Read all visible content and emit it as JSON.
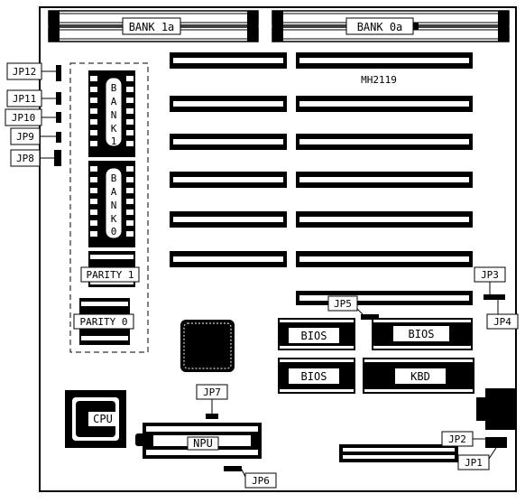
{
  "board": {
    "model": "MH2119",
    "colors": {
      "ink": "#000000",
      "paper": "#ffffff"
    }
  },
  "labels": {
    "bank_1a": "BANK 1a",
    "bank_0a": "BANK 0a",
    "bank_1": "BANK 1",
    "bank_0": "BANK 0",
    "parity_1": "PARITY 1",
    "parity_0": "PARITY 0",
    "bios": "BIOS",
    "kbd": "KBD",
    "cpu": "CPU",
    "npu": "NPU"
  },
  "jumpers": {
    "jp1": "JP1",
    "jp2": "JP2",
    "jp3": "JP3",
    "jp4": "JP4",
    "jp5": "JP5",
    "jp6": "JP6",
    "jp7": "JP7",
    "jp8": "JP8",
    "jp9": "JP9",
    "jp10": "JP10",
    "jp11": "JP11",
    "jp12": "JP12"
  }
}
